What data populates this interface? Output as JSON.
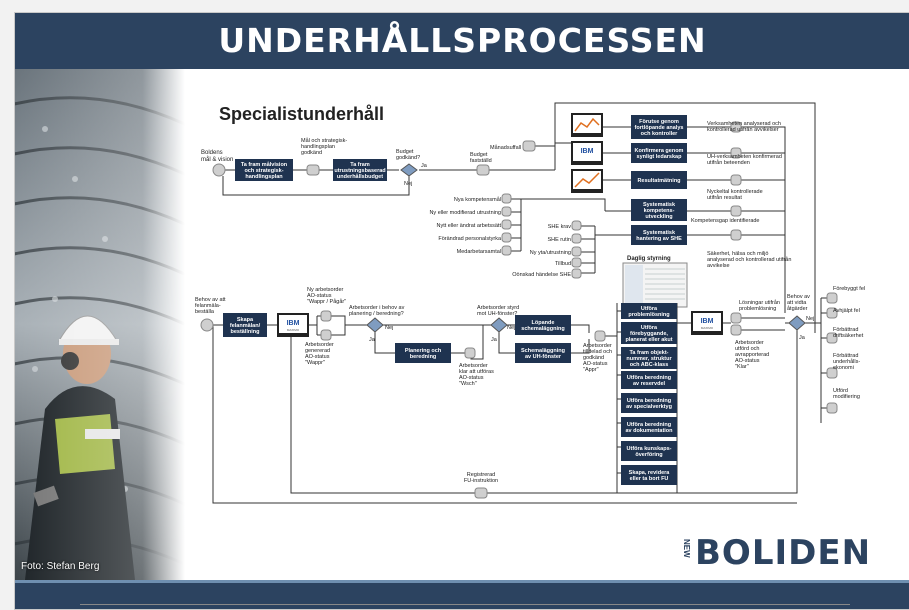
{
  "title": "UNDERHÅLLSPROCESSEN",
  "subtitle": "Specialistunderhåll",
  "photo_credit": "Foto: Stefan Berg",
  "logo": {
    "new": "NEW",
    "brand": "BOLIDEN"
  },
  "colors": {
    "banner": "#2c4360",
    "process_box": "#1f3350",
    "decision": "#7f9cc0",
    "node": "#cfcfcf"
  },
  "top": {
    "start": [
      "Boldens",
      "mål & vision"
    ],
    "box1": [
      "Ta fram målvision",
      "och strategisk-",
      "handlingsplan"
    ],
    "label_plan": [
      "Mål och strategisk-",
      "handlingsplan",
      "godkänd"
    ],
    "box2": [
      "Ta fram",
      "utrustningsbaserad",
      "underhållsbudget"
    ],
    "q_budget": [
      "Budget",
      "godkänd?"
    ],
    "yes": "Ja",
    "no": "Nej",
    "label_budget": [
      "Budget",
      "fastställd"
    ],
    "label_monthly": "Månadsuffall",
    "box_f1": [
      "Förutse genom",
      "fortlöpande analys",
      "och kontroller"
    ],
    "box_f2": [
      "Konfirmera genom",
      "synligt ledarskap"
    ],
    "box_f3": "Resultatmätning",
    "out1": [
      "Verksamheten analyserad och",
      "kontrollerad utifrån avvikelser"
    ],
    "out2": [
      "UH-verksamheten konfirmerad",
      "utifrån beteenden"
    ],
    "out3": [
      "Nyckeltal kontrollerade",
      "utifrån resultat"
    ],
    "comp_in": [
      "Nya kompetensmål",
      "Ny eller modifierad utrustning",
      "Nytt eller ändrat arbetssätt",
      "Förändrad personalstyrka",
      "Medarbetarsamtal"
    ],
    "box_comp": [
      "Systematisk",
      "kompetens-",
      "utveckling"
    ],
    "out_comp": "Kompetensgap identifierade",
    "she_in": [
      "SHE krav",
      "SHE rutin",
      "Ny yta/utrustning",
      "Tillbud",
      "Oönskad händelse SHE"
    ],
    "box_she": [
      "Systematisk",
      "hantering av SHE"
    ],
    "out_she": [
      "Säkerhet, hälsa och miljö",
      "analyserad och kontrollerad utifrån",
      "avvikelse"
    ],
    "screen_label": "Daglig styrning"
  },
  "ibm": {
    "brand": "IBM",
    "product": "MAXIMO"
  },
  "flow": {
    "start": [
      "Behov av att",
      "felanmäla-",
      "beställa"
    ],
    "box_create": [
      "Skapa",
      "felanmälan/",
      "beställning"
    ],
    "label_ao_new": [
      "Ny arbetsorder",
      "AO-status",
      "\"Wappr / Pågår\""
    ],
    "label_ao_gen": [
      "Arbetsorder",
      "genererad",
      "AO-status",
      "\"Wappr\""
    ],
    "q_planning": [
      "Arbetsorder i behov av",
      "planering / beredning?"
    ],
    "box_plan": [
      "Planering och",
      "beredning"
    ],
    "label_ready": [
      "Arbetsorder",
      "klar att utföras",
      "AO-status",
      "\"Wsch\""
    ],
    "q_uh": [
      "Arbetsorder styrd",
      "mot UH-fönster?"
    ],
    "box_sched1": [
      "Löpande",
      "schemaläggning"
    ],
    "box_sched2": [
      "Schemaläggning",
      "av UH-fönster"
    ],
    "label_assigned": [
      "Arbetsorder",
      "tilldelad och",
      "godkänd",
      "AO-status",
      "\"Appr\""
    ],
    "exec": [
      [
        "Utföra",
        "problemlösning"
      ],
      [
        "Utföra",
        "förebyggande,",
        "planerat eller akut"
      ],
      [
        "Ta fram objekt-",
        "nummer, struktur",
        "och ABC-klass"
      ],
      [
        "Utföra beredning",
        "av reservdel"
      ],
      [
        "Utföra beredning",
        "av specialverktyg"
      ],
      [
        "Utföra beredning",
        "av dokumentation"
      ],
      [
        "Utföra kunskaps-",
        "överföring"
      ],
      [
        "Skapa, revidera",
        "eller ta bort FU"
      ]
    ],
    "label_solutions": [
      "Lösningar utifrån",
      "problemlösning"
    ],
    "label_done": [
      "Arbetsorder",
      "utförd och",
      "avrapporterad",
      "AO-status",
      "\"Klar\""
    ],
    "q_further": [
      "Behov av",
      "att vidta",
      "åtgärder"
    ],
    "outcomes": [
      [
        "Förebyggt fel"
      ],
      [
        "Avhjälpt fel"
      ],
      [
        "Förbättrad",
        "driftsäkerhet"
      ],
      [
        "Förbättrad",
        "underhålls-",
        "ekonomi"
      ],
      [
        "Utförd",
        "modifiering"
      ]
    ],
    "label_fu": [
      "Registrerad",
      "FU-instruktion"
    ]
  }
}
